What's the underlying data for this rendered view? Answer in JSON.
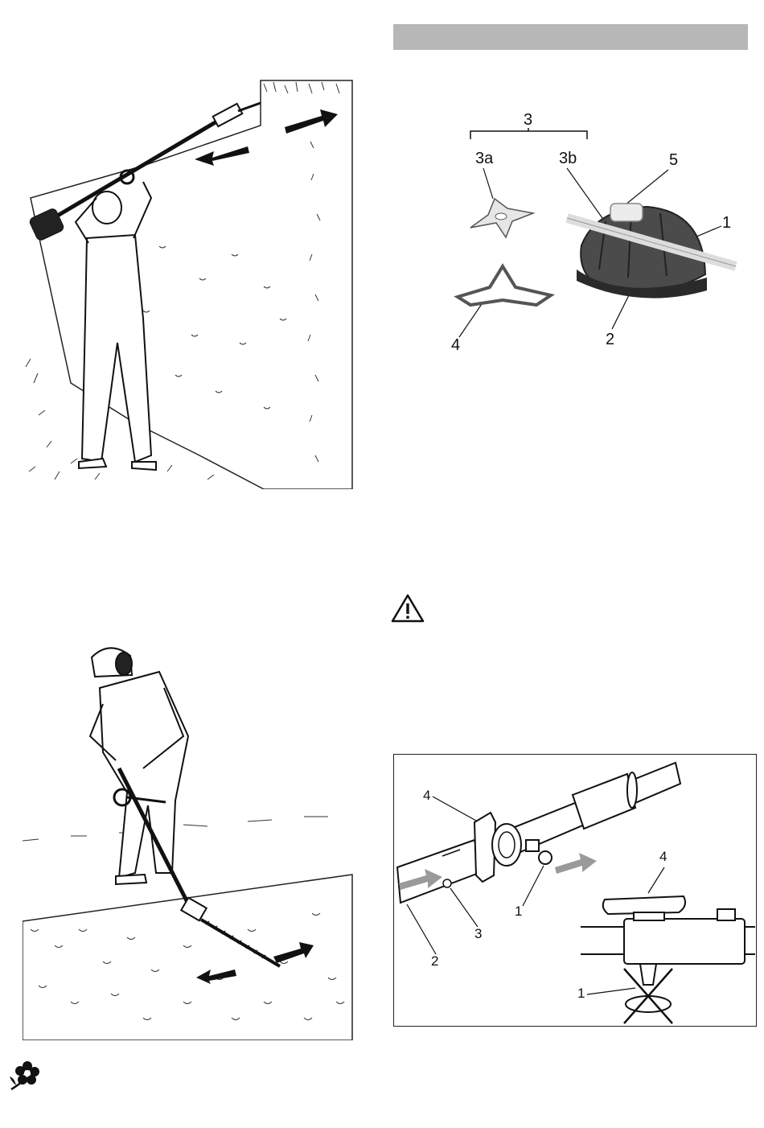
{
  "header": {
    "bar_color": "#b7b7b7"
  },
  "figures": {
    "overhead_trimming": {
      "arrows": 2
    },
    "low_trimming": {
      "arrows": 2
    },
    "blade_parts": {
      "labels": {
        "group": "3",
        "sub_a": "3a",
        "sub_b": "3b",
        "part_1": "1",
        "part_2": "2",
        "part_4": "4",
        "part_5": "5"
      }
    },
    "shaft_coupling": {
      "labels": {
        "knob": "4",
        "pin": "1",
        "tube": "2",
        "hole": "3",
        "detail_knob": "4",
        "detail_pin": "1"
      }
    }
  },
  "icons": {
    "warning": "warning-triangle-icon",
    "environment": "flower-icon"
  }
}
